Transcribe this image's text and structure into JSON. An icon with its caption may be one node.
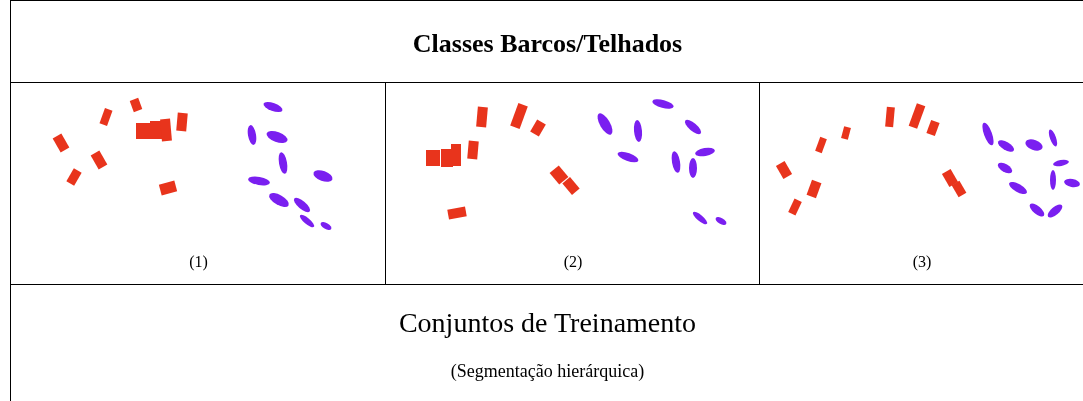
{
  "diagram": {
    "title": "Classes Barcos/Telhados",
    "labels": [
      "(1)",
      "(2)",
      "(3)",
      "Conjuntos de Treinamento",
      "(Segmentação hierárquica)"
    ]
  }
}
